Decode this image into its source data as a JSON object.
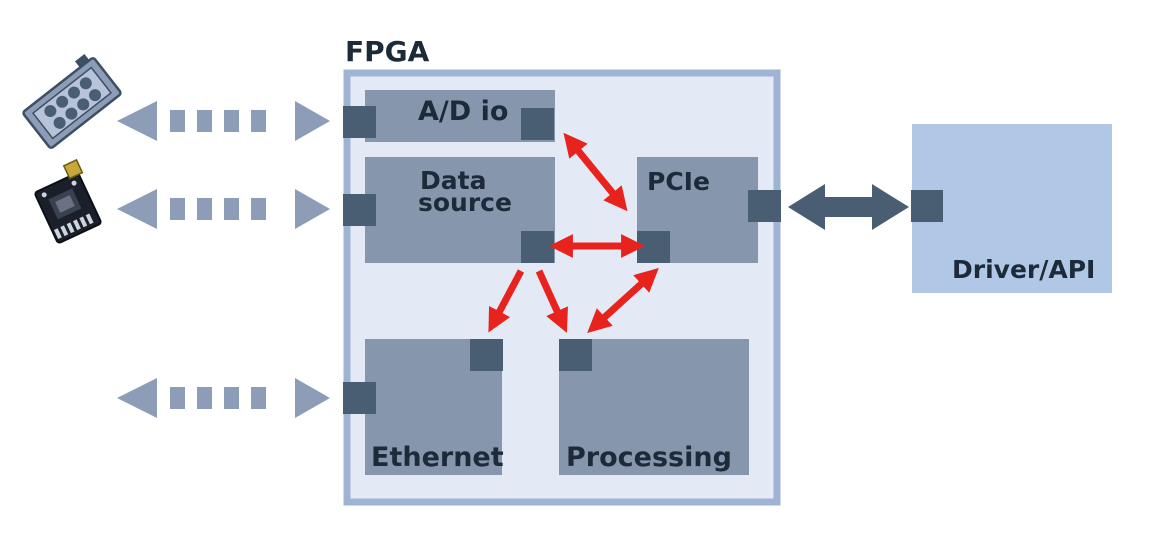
{
  "title": "FPGA",
  "blocks": {
    "adio": "A/D io",
    "data_source": [
      "Data",
      "source"
    ],
    "pcie": "PCIe",
    "ethernet": "Ethernet",
    "processing": "Processing",
    "driver": "Driver/API"
  },
  "devices": {
    "top": "adc-board-icon",
    "middle": "sensor-board-icon"
  },
  "colors": {
    "fpga_fill": "#e3eaf5",
    "fpga_border": "#9fb3d3",
    "block_fill": "#8696ad",
    "port_fill": "#4a5e73",
    "driver_fill": "#b0c7e6",
    "dotted_arrow": "#8d9db8",
    "internal_arrow": "#e8221c",
    "bus_arrow": "#4a5e73"
  }
}
